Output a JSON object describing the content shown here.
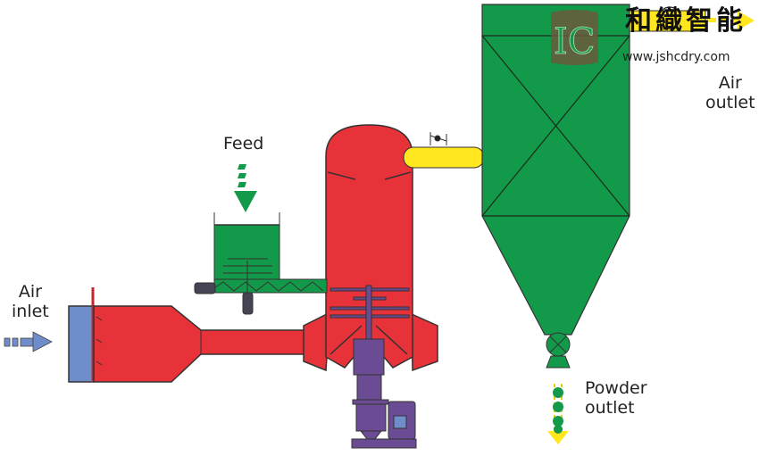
{
  "labels": {
    "air_inlet": [
      "Air",
      "inlet"
    ],
    "feed": "Feed",
    "air_outlet": [
      "Air",
      "outlet"
    ],
    "powder_outlet": [
      "Powder",
      "outlet"
    ]
  },
  "watermark": {
    "logo_text": "IC",
    "brand_cn": "和織智能",
    "url": "www.jshcdry.com"
  },
  "colors": {
    "dryer": "#e8323a",
    "cyclone": "#13994a",
    "pipe": "#ffe61e",
    "motor": "#6b4b93",
    "inlet": "#6f8dcb",
    "logo": "#6b5a3a"
  }
}
